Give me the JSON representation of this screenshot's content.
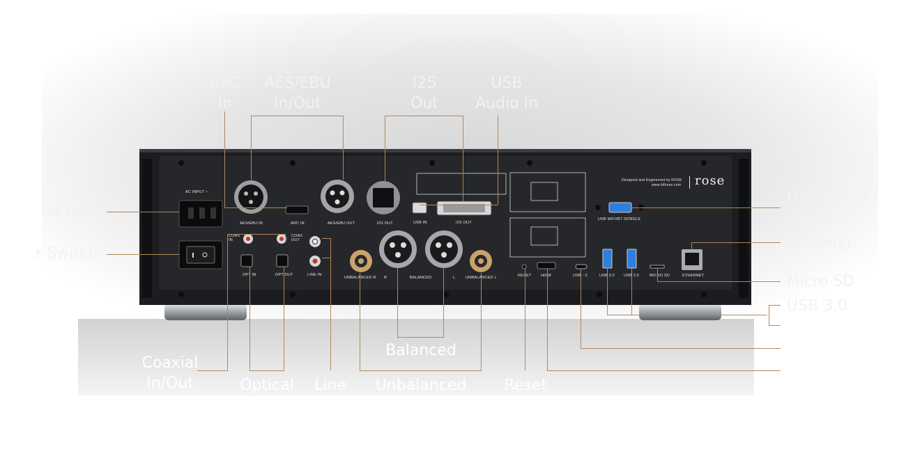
{
  "device": {
    "brand_logo": "rose",
    "credit_line1": "Designed and Engineered by ROSE",
    "credit_line2": "www.hifirose.com",
    "panel_labels": {
      "ac_input": "AC INPUT ~",
      "aes_ebu_in": "AES/EBU IN",
      "arc_in": "ARC IN",
      "aes_ebu_out": "AES/EBU OUT",
      "i2s_out": "I2S OUT",
      "usb_in": "USB IN",
      "i2s_out_dvi": "I2S OUT",
      "usb_wifi_bt_dongle": "USB WIFI/BT DONGLE",
      "coax_in": "COAX IN",
      "coax_out": "COAX OUT",
      "opt_in": "OPT IN",
      "opt_out": "OPT OUT",
      "line_in": "LINE IN",
      "unbalanced_r": "UNBALANCED R",
      "balanced": "BALANCED",
      "r": "R",
      "l": "L",
      "unbalanced_l": "UNBALANCED L",
      "reset": "RESET",
      "hdmi": "HDMI",
      "usb_c": "USB - C",
      "usb_3_0_a": "USB 3.0",
      "usb_3_0_b": "USB 3.0",
      "micro_sd": "MICRO SD",
      "ethernet": "ETHERNET"
    }
  },
  "callouts": {
    "arc_in": [
      "ARC",
      "In"
    ],
    "aes_ebu": [
      "AES/EBU",
      "In/Out"
    ],
    "i2s_out": [
      "I2S",
      "Out"
    ],
    "usb_audio_in": [
      "USB",
      "Audio In"
    ],
    "inlet_jack": "let Jack",
    "power_switch": "r Switch",
    "usb_wifi_bt": [
      "USB WiFi/BT",
      "Dongle"
    ],
    "ethernet": "Ethernet",
    "micro_sd": "Micro SD",
    "usb_3_0": "USB 3.0",
    "coaxial": [
      "Coaxial",
      "In/Out"
    ],
    "optical": "Optical",
    "line": "Line",
    "balanced": "Balanced",
    "unbalanced": "Unbalanced",
    "reset": "Reset"
  },
  "colors": {
    "background": "#ffffff",
    "chassis": "#26272a",
    "leader_lines": "#b3875c",
    "label_text": "#f2f2f2",
    "gold_connector": "#c9a46a",
    "usb_blue": "#2f7fe0"
  }
}
